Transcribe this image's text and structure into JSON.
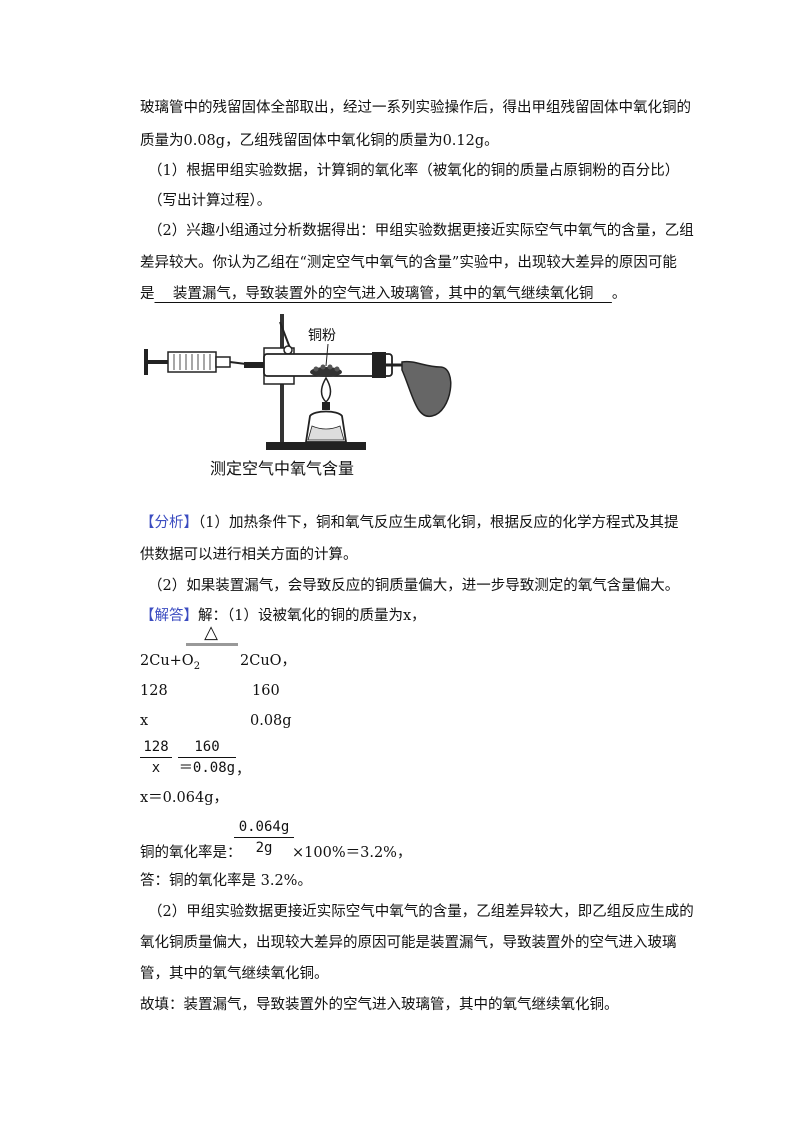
{
  "intro": {
    "line1": "玻璃管中的残留固体全部取出，经过一系列实验操作后，得出甲组残留固体中氧化铜的",
    "line2": "质量为0.08g，乙组残留固体中氧化铜的质量为0.12g。"
  },
  "q1": {
    "line1": "（1）根据甲组实验数据，计算铜的氧化率（被氧化的铜的质量占原铜粉的百分比）",
    "line2": "（写出计算过程）。"
  },
  "q2": {
    "line1": "（2）兴趣小组通过分析数据得出：甲组实验数据更接近实际空气中氧气的含量，乙组",
    "line2": "差异较大。你认为乙组在“测定空气中氧气的含量”实验中，出现较大差异的原因可能",
    "prefix": "是",
    "answer": "    装置漏气，导致装置外的空气进入玻璃管，其中的氧气继续氧化铜    ",
    "suffix": "。"
  },
  "figure": {
    "label": "铜粉",
    "caption": "测定空气中氧气含量"
  },
  "analysis": {
    "tag": "【分析】",
    "line1": "（1）加热条件下，铜和氧气反应生成氧化铜，根据反应的化学方程式及其提",
    "line2": "供数据可以进行相关方面的计算。",
    "line3": "（2）如果装置漏气，会导致反应的铜质量偏大，进一步导致测定的氧气含量偏大。"
  },
  "solution": {
    "tag": "【解答】",
    "intro": "解：（1）设被氧化的铜的质量为x，",
    "condition": "△",
    "reactants": "2Cu+O",
    "reactants_sub": "2",
    "product": "2CuO，",
    "mass_cu": "128",
    "mass_cuo": "160",
    "var_x": "x",
    "var_cuo": "0.08g",
    "frac1_num": "128",
    "frac1_den": "x",
    "frac2_num": "160",
    "frac2_den": "＝0.08g",
    "frac_tail": "，",
    "x_result": "x＝0.064g，",
    "rate_label": "铜的氧化率是：",
    "rate_num": "0.064g",
    "rate_den": "2g",
    "rate_tail": "×100%＝3.2%，",
    "answer1": "答：铜的氧化率是 3.2%。",
    "p2_line1": "（2）甲组实验数据更接近实际空气中氧气的含量，乙组差异较大，即乙组反应生成的",
    "p2_line2": "氧化铜质量偏大，出现较大差异的原因可能是装置漏气，导致装置外的空气进入玻璃",
    "p2_line3": "管，其中的氧气继续氧化铜。",
    "fill": "故填：装置漏气，导致装置外的空气进入玻璃管，其中的氧气继续氧化铜。"
  }
}
